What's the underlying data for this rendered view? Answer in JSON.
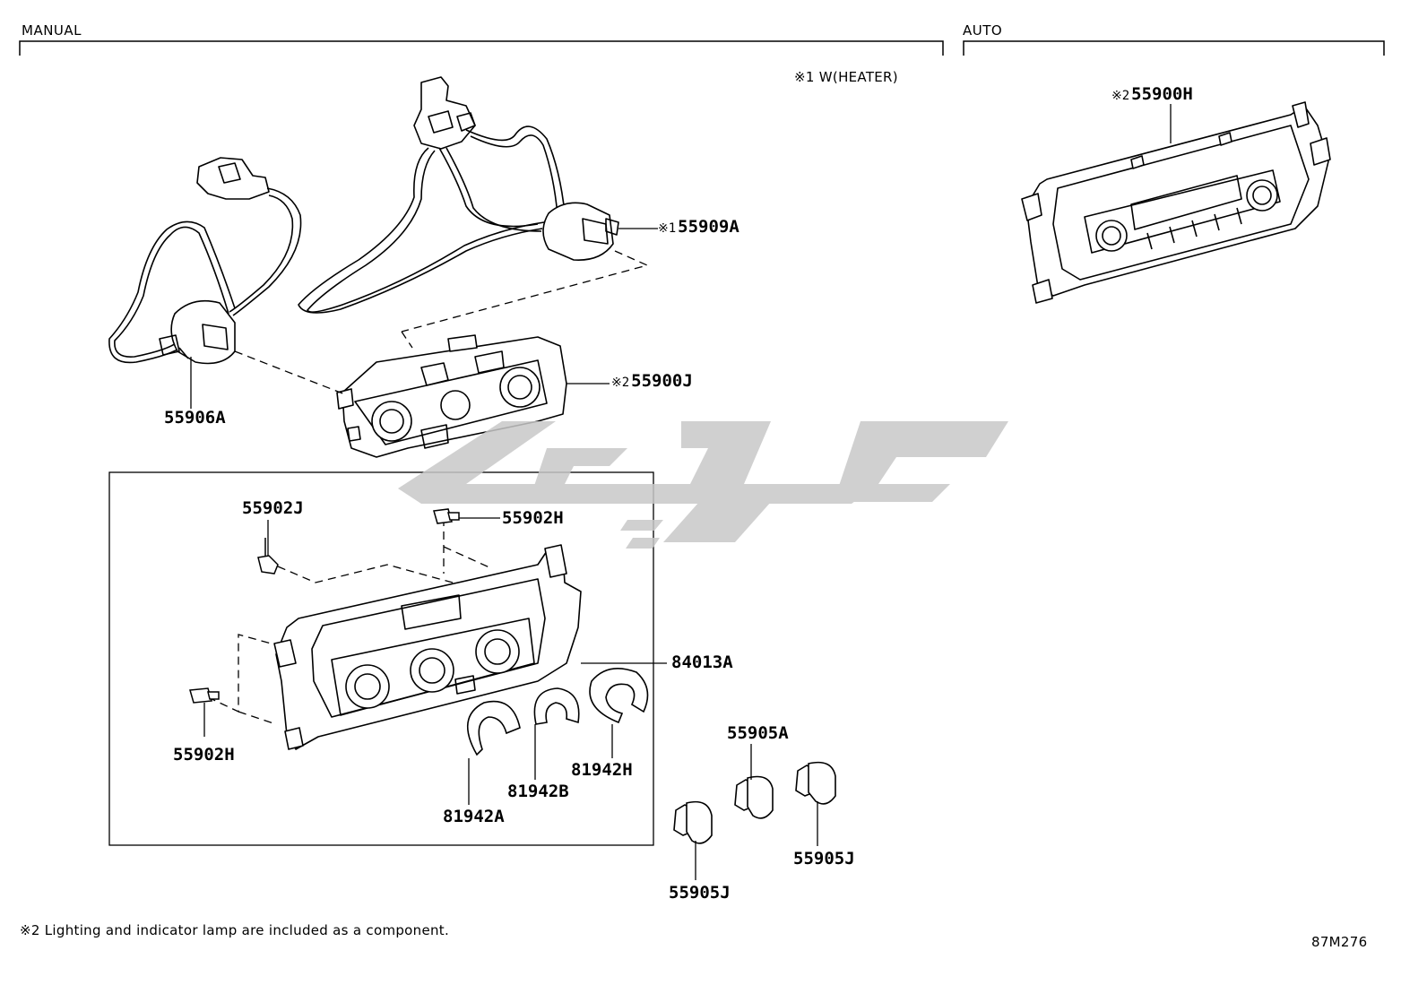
{
  "sections": {
    "manual": "MANUAL",
    "auto": "AUTO"
  },
  "notes": {
    "top_note": "※1 W(HEATER)",
    "footer_note": "※2 Lighting and indicator lamp are included as a component.",
    "diagram_code": "87M276"
  },
  "marks": {
    "mark1": "※1",
    "mark2": "※2"
  },
  "parts": {
    "p55900H": "55900H",
    "p55909A": "55909A",
    "p55900J": "55900J",
    "p55906A": "55906A",
    "p55902J": "55902J",
    "p55902H_top": "55902H",
    "p84013A": "84013A",
    "p55902H_bottom": "55902H",
    "p55905A": "55905A",
    "p81942H": "81942H",
    "p81942B": "81942B",
    "p81942A": "81942A",
    "p55905J_right": "55905J",
    "p55905J_bottom": "55905J"
  },
  "colors": {
    "line": "#000000",
    "watermark": "#c8c8c8"
  }
}
